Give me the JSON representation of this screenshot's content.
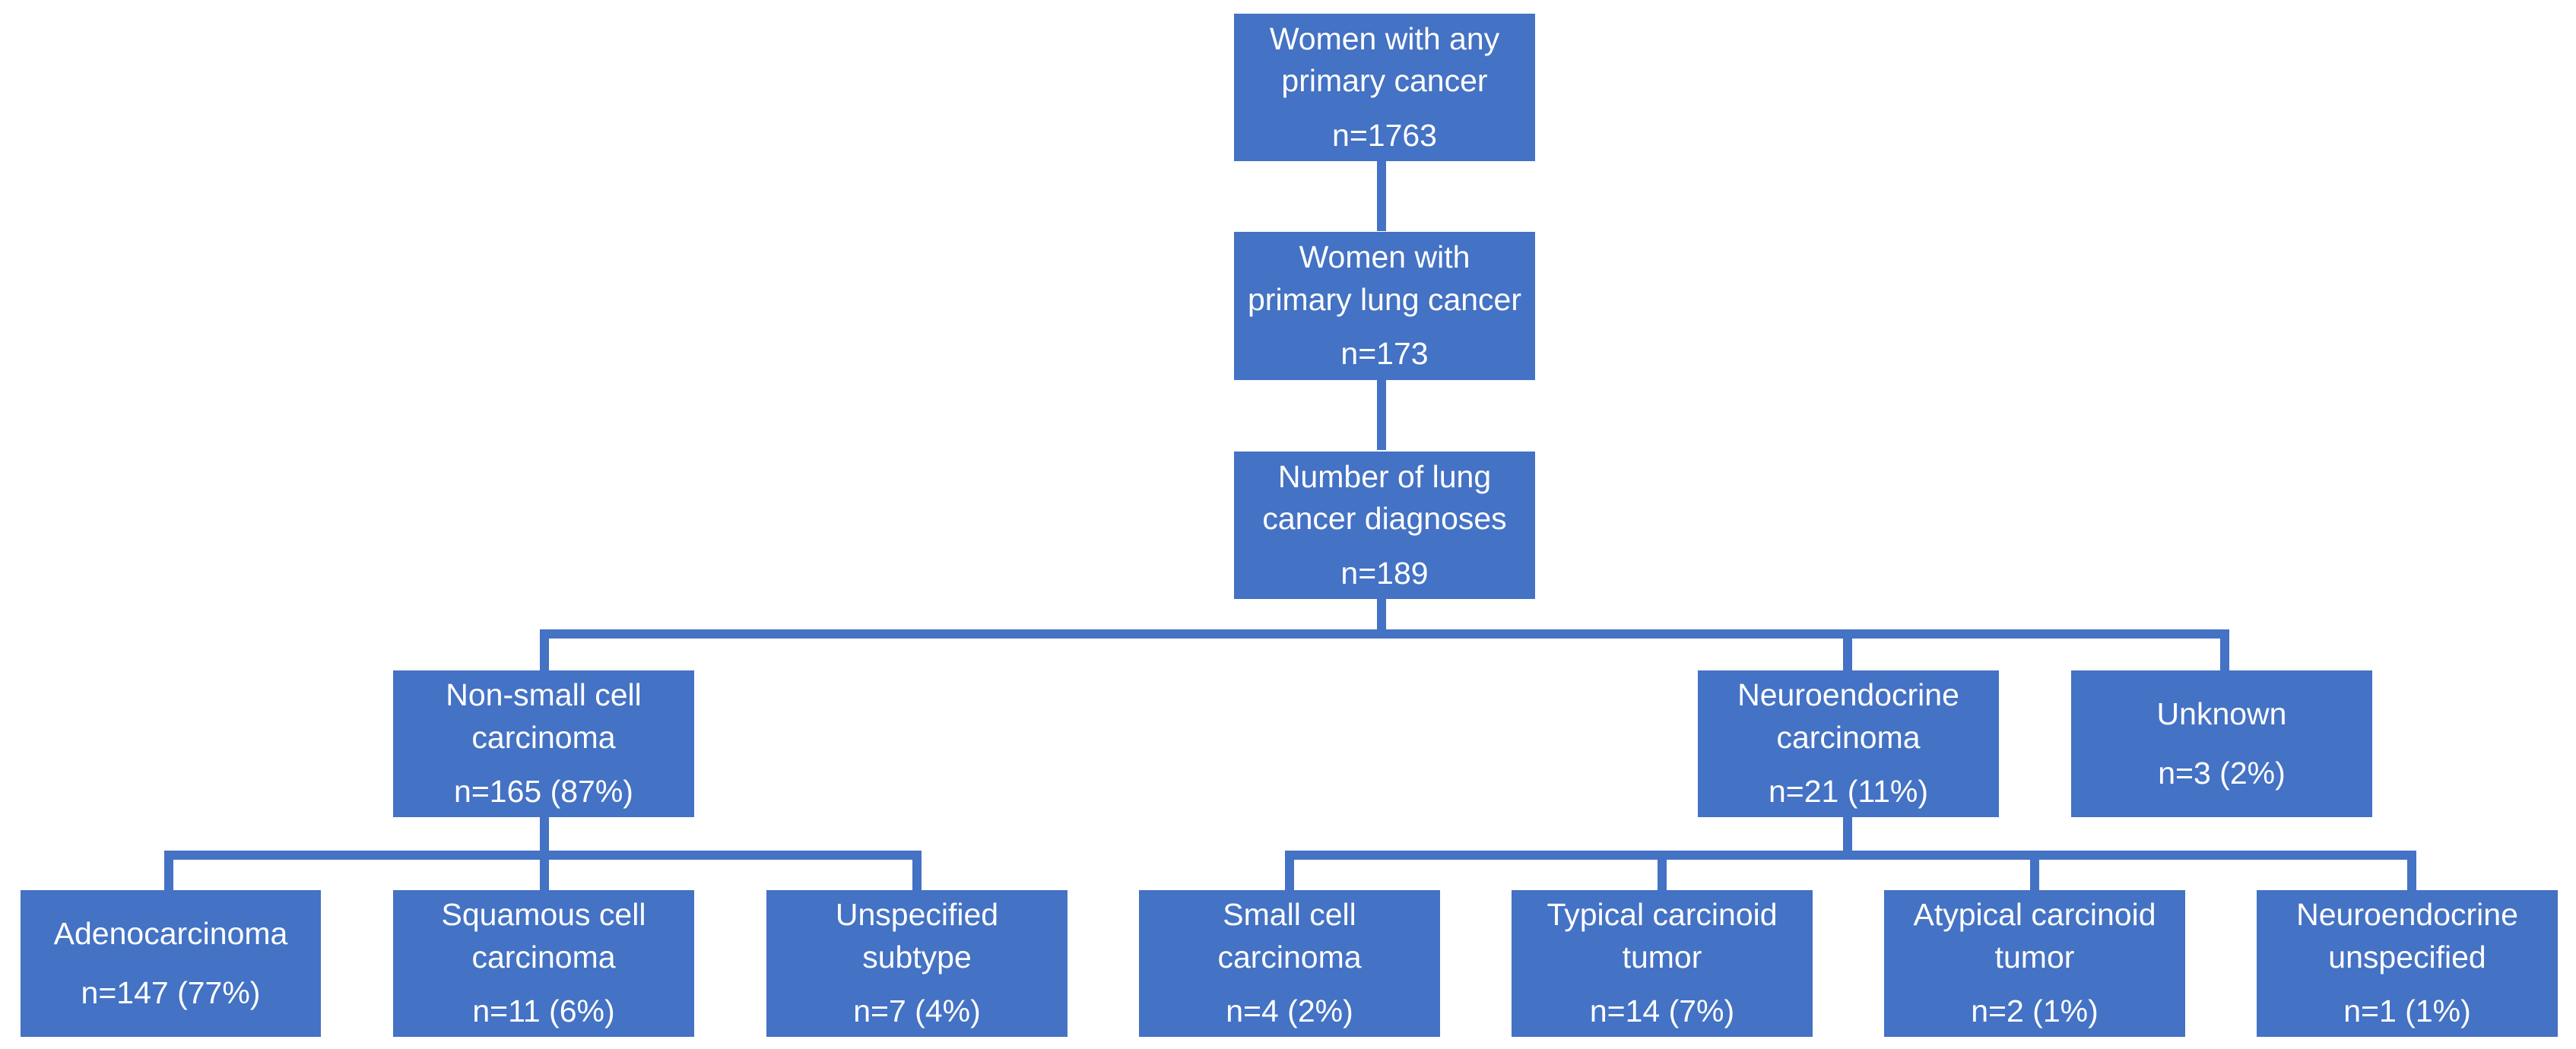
{
  "colors": {
    "box_fill": "#4472C4",
    "box_text": "#FFFFFF",
    "connector": "#4472C4",
    "background": "#FFFFFF"
  },
  "nodes": {
    "any_cancer": {
      "label": "Women with any\nprimary cancer",
      "count": "n=1763"
    },
    "lung_cancer": {
      "label": "Women with\nprimary lung cancer",
      "count": "n=173"
    },
    "diagnoses": {
      "label": "Number of lung\ncancer diagnoses",
      "count": "n=189"
    },
    "nsclc": {
      "label": "Non-small cell\ncarcinoma",
      "count": "n=165 (87%)"
    },
    "neuroendocrine": {
      "label": "Neuroendocrine\ncarcinoma",
      "count": "n=21 (11%)"
    },
    "unknown": {
      "label": "Unknown",
      "count": "n=3 (2%)"
    },
    "adenocarcinoma": {
      "label": "Adenocarcinoma",
      "count": "n=147 (77%)"
    },
    "squamous": {
      "label": "Squamous cell\ncarcinoma",
      "count": "n=11 (6%)"
    },
    "unspecified_subtype": {
      "label": "Unspecified\nsubtype",
      "count": "n=7 (4%)"
    },
    "small_cell": {
      "label": "Small cell\ncarcinoma",
      "count": "n=4 (2%)"
    },
    "typical_carcinoid": {
      "label": "Typical carcinoid\ntumor",
      "count": "n=14 (7%)"
    },
    "atypical_carcinoid": {
      "label": "Atypical carcinoid\ntumor",
      "count": "n=2 (1%)"
    },
    "ne_unspecified": {
      "label": "Neuroendocrine\nunspecified",
      "count": "n=1 (1%)"
    }
  }
}
